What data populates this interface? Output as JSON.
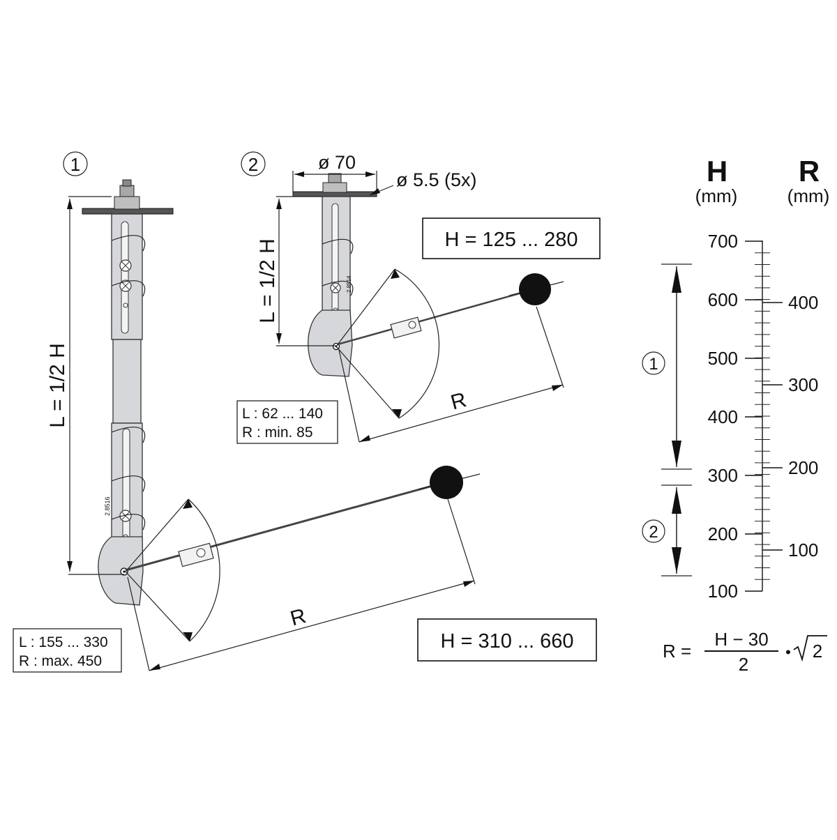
{
  "variant1": {
    "number": "1",
    "length_label": "L = 1/2 H",
    "radius_label": "R",
    "range_box": "H = 310 ... 660",
    "spec_lines": [
      "L : 155 ... 330",
      "R : max. 450"
    ],
    "part_code": "2.8516"
  },
  "variant2": {
    "number": "2",
    "length_label": "L = 1/2 H",
    "radius_label": "R",
    "range_box": "H = 125 ... 280",
    "spec_lines": [
      "L : 62 ... 140",
      "R : min. 85"
    ],
    "diameter_label": "ø 70",
    "hole_label": "ø 5.5 (5x)",
    "part_code": "2.8514"
  },
  "scale": {
    "h_title": "H",
    "h_unit": "(mm)",
    "r_title": "R",
    "r_unit": "(mm)",
    "h_ticks": [
      "700",
      "600",
      "500",
      "400",
      "300",
      "200",
      "100"
    ],
    "r_ticks": [
      "400",
      "300",
      "200",
      "100"
    ],
    "range1_label": "1",
    "range2_label": "2"
  },
  "formula": {
    "lhs": "R =",
    "numerator": "H − 30",
    "denominator": "2",
    "dot": "•",
    "radicand": "2"
  }
}
